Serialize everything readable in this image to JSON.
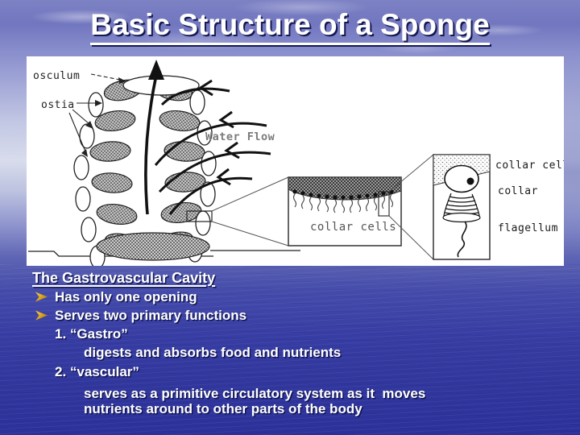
{
  "slide": {
    "title": "Basic Structure of a Sponge"
  },
  "diagram": {
    "osculum_label": "osculum",
    "ostia_label": "ostia",
    "water_flow_label": "Water Flow",
    "collar_cells_label": "collar cells",
    "collar_cell_label": "collar cell",
    "collar_label": "collar",
    "flagellum_label": "flagellum"
  },
  "content": {
    "heading": "The Gastrovascular Cavity",
    "bullets": [
      {
        "label": "Has only one opening"
      },
      {
        "label": "Serves two primary functions"
      }
    ],
    "items": [
      {
        "term": "1. “Gastro”",
        "desc": "digests and absorbs food and nutrients"
      },
      {
        "term": "2. “vascular”",
        "desc": "serves as a primitive circulatory system as it  moves\nnutrients around to other parts of the body"
      }
    ]
  },
  "colors": {
    "background_sky": "#7d82c4",
    "background_water": "#2b319a",
    "title_text": "#ffffff",
    "bullet_gold": "#e3a81f",
    "diagram_background": "#ffffff",
    "diagram_ink": "#111111",
    "water_flow_gray": "#7a7a7a"
  }
}
